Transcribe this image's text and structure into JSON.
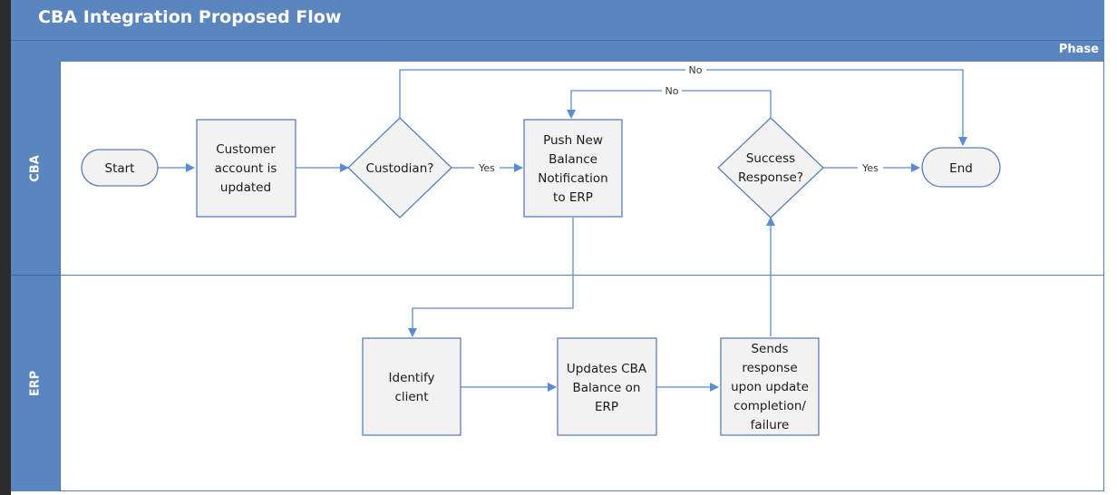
{
  "diagram": {
    "title": "CBA Integration Proposed Flow",
    "phase_label": "Phase",
    "lanes": [
      "CBA",
      "ERP"
    ],
    "nodes": {
      "start": "Start",
      "customer": [
        "Customer",
        "account is",
        "updated"
      ],
      "custodian": "Custodian?",
      "push": [
        "Push New",
        "Balance",
        "Notification",
        "to ERP"
      ],
      "success": [
        "Success",
        "Response?"
      ],
      "end": "End",
      "identify": [
        "Identify",
        "client"
      ],
      "updates": [
        "Updates CBA",
        "Balance on",
        "ERP"
      ],
      "sends": [
        "Sends",
        "response",
        "upon update",
        "completion/",
        "failure"
      ]
    },
    "edge_labels": {
      "yes1": "Yes",
      "yes2": "Yes",
      "no_custodian": "No",
      "no_success": "No"
    }
  },
  "colors": {
    "header": "#5b85be",
    "shape_fill": "#f2f2f2",
    "shape_stroke": "#5a80b8",
    "connector": "#5b8bd0"
  }
}
